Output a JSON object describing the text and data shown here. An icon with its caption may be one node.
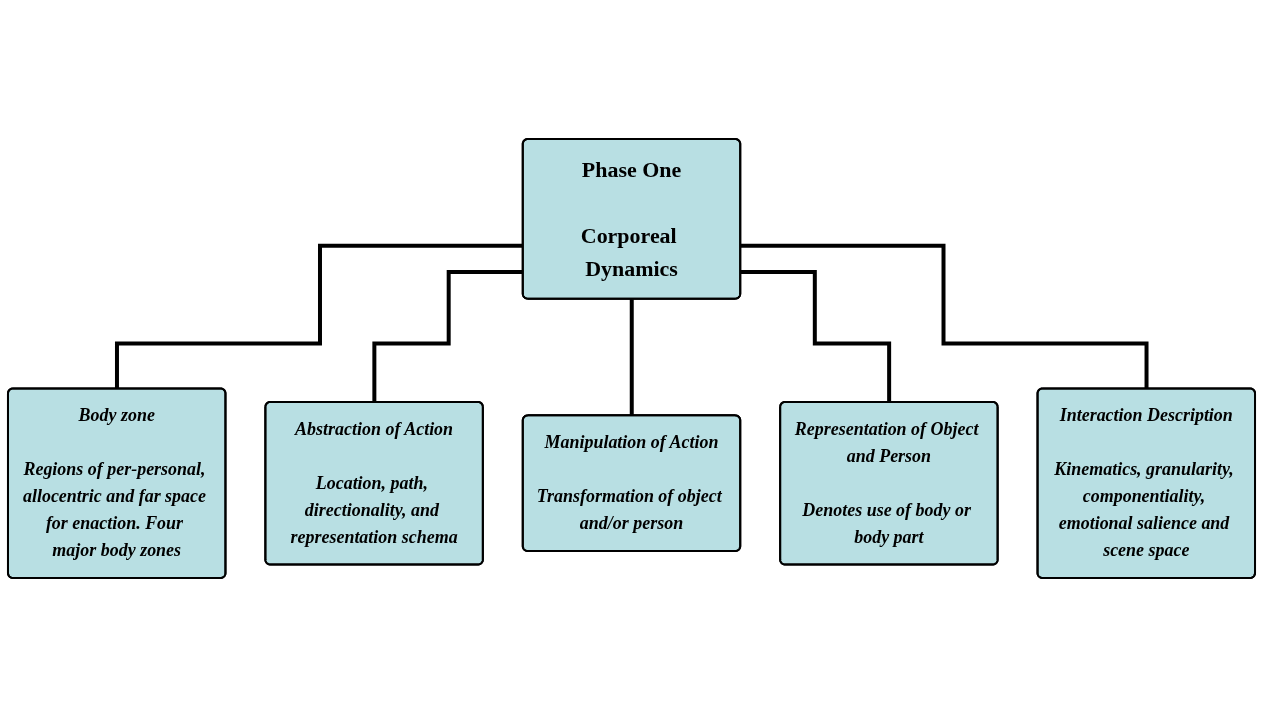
{
  "diagram": {
    "nodes": [
      {
        "text": [
          "Phase One",
          "Corporeal Dynamics"
        ]
      },
      {
        "text": [
          "Body zone",
          "Regions of per-personal, allocentric and far space for enaction. Four major body zones"
        ]
      },
      {
        "text": [
          "Abstraction of Action",
          "Location, path, directionality, and representation schema"
        ]
      },
      {
        "text": [
          "Manipulation of Action",
          "Transformation of object and/or person"
        ]
      },
      {
        "text": [
          "Representation of Object and Person",
          "Denotes use of body or body part"
        ]
      },
      {
        "text": [
          "Interaction Description",
          "Kinematics, granularity, componentiality, emotional salience and scene space"
        ]
      }
    ],
    "edges": [
      {
        "from": 0,
        "to": 1,
        "arrow": "none"
      },
      {
        "from": 0,
        "to": 2,
        "arrow": "none"
      },
      {
        "from": 0,
        "to": 3,
        "arrow": "none"
      },
      {
        "from": 0,
        "to": 4,
        "arrow": "none"
      },
      {
        "from": 0,
        "to": 5,
        "arrow": "none"
      }
    ]
  }
}
